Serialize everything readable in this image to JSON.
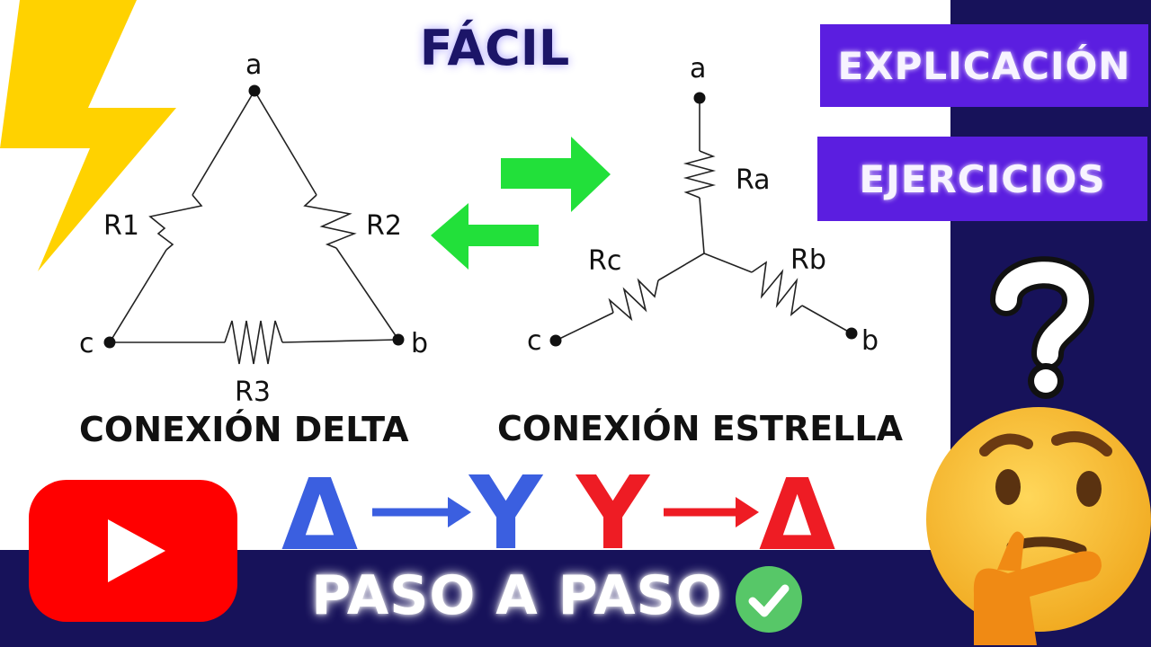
{
  "header": {
    "title": "FÁCIL"
  },
  "tags": {
    "explicacion": "EXPLICACIÓN",
    "ejercicios": "EJERCICIOS"
  },
  "delta": {
    "caption": "CONEXIÓN DELTA",
    "node_a": "a",
    "node_b": "b",
    "node_c": "c",
    "r1": "R1",
    "r2": "R2",
    "r3": "R3"
  },
  "star": {
    "caption": "CONEXIÓN ESTRELLA",
    "node_a": "a",
    "node_b": "b",
    "node_c": "c",
    "ra": "Ra",
    "rb": "Rb",
    "rc": "Rc"
  },
  "conversions": {
    "delta_to_wye": {
      "from": "Δ",
      "to": "Y"
    },
    "wye_to_delta": {
      "from": "Y",
      "to": "Δ"
    }
  },
  "footer": {
    "label": "PASO A PASO"
  },
  "colors": {
    "navy": "#17125a",
    "purple": "#5b1ee0",
    "blue": "#3b5fe0",
    "red": "#ee1c24",
    "green_arrow": "#22e03a",
    "lightning": "#ffd200",
    "youtube_red": "#ff0000",
    "check_green": "#57c768"
  },
  "icons": [
    "lightning-icon",
    "swap-arrows-icon",
    "youtube-icon",
    "question-mark-icon",
    "thinking-face-icon",
    "check-icon"
  ]
}
